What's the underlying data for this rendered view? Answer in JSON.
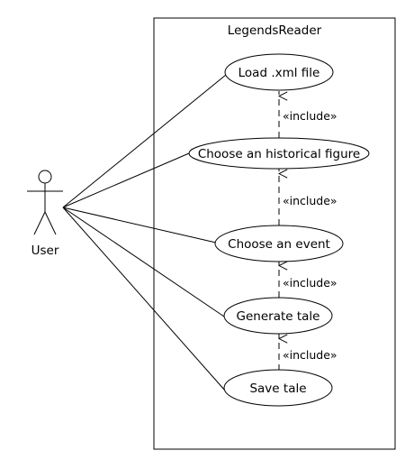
{
  "system": {
    "title": "LegendsReader"
  },
  "actor": {
    "label": "User"
  },
  "use_cases": [
    {
      "label": "Load .xml file"
    },
    {
      "label": "Choose an historical figure"
    },
    {
      "label": "Choose an event"
    },
    {
      "label": "Generate tale"
    },
    {
      "label": "Save tale"
    }
  ],
  "include_relations": [
    {
      "label": "«include»"
    },
    {
      "label": "«include»"
    },
    {
      "label": "«include»"
    },
    {
      "label": "«include»"
    }
  ],
  "colors": {
    "stroke": "#000000",
    "background": "#ffffff"
  }
}
